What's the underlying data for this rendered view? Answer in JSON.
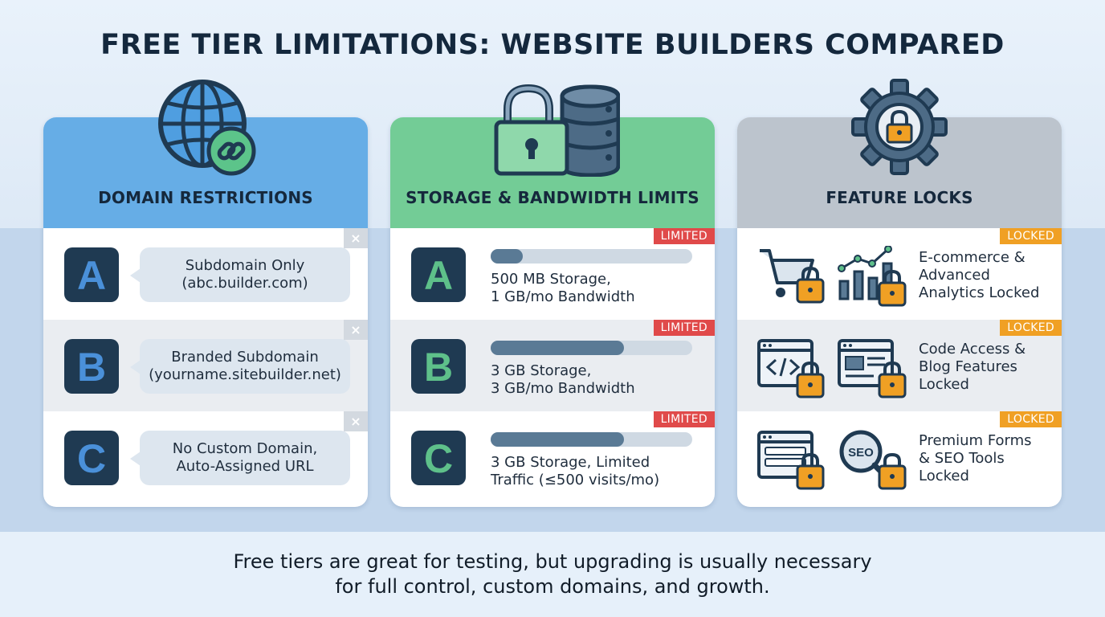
{
  "title": "FREE TIER LIMITATIONS: WEBSITE BUILDERS COMPARED",
  "colors": {
    "domain_head": "#66ade6",
    "storage_head": "#73cc96",
    "feature_head": "#bcc4cd",
    "badge_dark": "#1f3a52",
    "limited_tag": "#e04a4a",
    "locked_tag": "#f0a024"
  },
  "cards": {
    "domain": {
      "title": "DOMAIN RESTRICTIONS",
      "icon": "globe-link-icon",
      "rows": [
        {
          "letter": "A",
          "line1": "Subdomain Only",
          "line2": "(abc.builder.com)",
          "close": "×"
        },
        {
          "letter": "B",
          "line1": "Branded Subdomain",
          "line2": "(yourname.sitebuilder.net)",
          "close": "×"
        },
        {
          "letter": "C",
          "line1": "No Custom Domain,",
          "line2": "Auto-Assigned URL",
          "close": "×"
        }
      ]
    },
    "storage": {
      "title": "STORAGE & BANDWIDTH LIMITS",
      "icon": "padlock-database-icon",
      "rows": [
        {
          "letter": "A",
          "tag": "LIMITED",
          "fill": 0.16,
          "line1": "500 MB Storage,",
          "line2": "1 GB/mo Bandwidth"
        },
        {
          "letter": "B",
          "tag": "LIMITED",
          "fill": 0.66,
          "line1": "3 GB Storage,",
          "line2": "3 GB/mo Bandwidth"
        },
        {
          "letter": "C",
          "tag": "LIMITED",
          "fill": 0.66,
          "line1": "3 GB Storage, Limited",
          "line2": "Traffic (≤500 visits/mo)"
        }
      ]
    },
    "features": {
      "title": "FEATURE LOCKS",
      "icon": "gear-lock-icon",
      "rows": [
        {
          "tag": "LOCKED",
          "icons": [
            "shopping-cart-locked-icon",
            "analytics-chart-locked-icon"
          ],
          "line1": "E-commerce &",
          "line2": "Advanced",
          "line3": "Analytics Locked"
        },
        {
          "tag": "LOCKED",
          "icons": [
            "code-window-locked-icon",
            "blog-layout-locked-icon"
          ],
          "line1": "Code Access &",
          "line2": "Blog Features",
          "line3": "Locked"
        },
        {
          "tag": "LOCKED",
          "icons": [
            "form-window-locked-icon",
            "seo-magnifier-locked-icon"
          ],
          "line1": "Premium Forms",
          "line2": "& SEO Tools",
          "line3": "Locked",
          "seo_label": "SEO"
        }
      ]
    }
  },
  "footer": {
    "line1": "Free tiers are great for testing, but upgrading is usually necessary",
    "line2": "for full control, custom domains, and growth."
  }
}
